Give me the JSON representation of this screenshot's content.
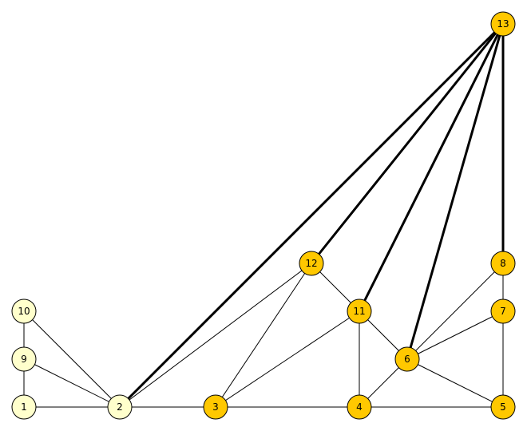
{
  "colors": {
    "highlighted": "#FFC800",
    "plain": "#FFFFCC",
    "edge": "#000000"
  },
  "graph": {
    "nodes": [
      {
        "id": "1",
        "label": "1",
        "group": "plain"
      },
      {
        "id": "2",
        "label": "2",
        "group": "plain"
      },
      {
        "id": "3",
        "label": "3",
        "group": "highlighted"
      },
      {
        "id": "4",
        "label": "4",
        "group": "highlighted"
      },
      {
        "id": "5",
        "label": "5",
        "group": "highlighted"
      },
      {
        "id": "6",
        "label": "6",
        "group": "highlighted"
      },
      {
        "id": "7",
        "label": "7",
        "group": "highlighted"
      },
      {
        "id": "8",
        "label": "8",
        "group": "highlighted"
      },
      {
        "id": "9",
        "label": "9",
        "group": "plain"
      },
      {
        "id": "10",
        "label": "10",
        "group": "plain"
      },
      {
        "id": "11",
        "label": "11",
        "group": "highlighted"
      },
      {
        "id": "12",
        "label": "12",
        "group": "highlighted"
      },
      {
        "id": "13",
        "label": "13",
        "group": "highlighted"
      }
    ],
    "edges": [
      {
        "from": "1",
        "to": "2",
        "bold": false
      },
      {
        "from": "1",
        "to": "9",
        "bold": false
      },
      {
        "from": "9",
        "to": "10",
        "bold": false
      },
      {
        "from": "9",
        "to": "2",
        "bold": false
      },
      {
        "from": "10",
        "to": "2",
        "bold": false
      },
      {
        "from": "2",
        "to": "3",
        "bold": false
      },
      {
        "from": "2",
        "to": "12",
        "bold": false
      },
      {
        "from": "2",
        "to": "13",
        "bold": true
      },
      {
        "from": "3",
        "to": "4",
        "bold": false
      },
      {
        "from": "3",
        "to": "12",
        "bold": false
      },
      {
        "from": "3",
        "to": "11",
        "bold": false
      },
      {
        "from": "4",
        "to": "5",
        "bold": false
      },
      {
        "from": "4",
        "to": "11",
        "bold": false
      },
      {
        "from": "4",
        "to": "6",
        "bold": false
      },
      {
        "from": "5",
        "to": "6",
        "bold": false
      },
      {
        "from": "5",
        "to": "7",
        "bold": false
      },
      {
        "from": "6",
        "to": "11",
        "bold": false
      },
      {
        "from": "6",
        "to": "7",
        "bold": false
      },
      {
        "from": "6",
        "to": "8",
        "bold": false
      },
      {
        "from": "6",
        "to": "13",
        "bold": true
      },
      {
        "from": "7",
        "to": "8",
        "bold": false
      },
      {
        "from": "8",
        "to": "13",
        "bold": true
      },
      {
        "from": "11",
        "to": "12",
        "bold": false
      },
      {
        "from": "11",
        "to": "13",
        "bold": true
      },
      {
        "from": "12",
        "to": "13",
        "bold": true
      }
    ]
  }
}
